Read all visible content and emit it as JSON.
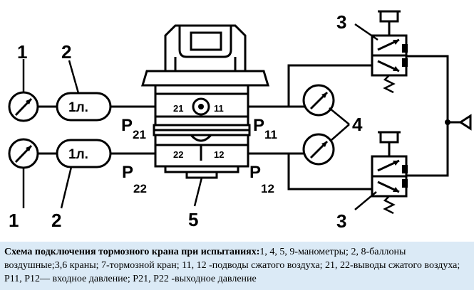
{
  "labels": {
    "gauge_left_top": "1",
    "gauge_left_bottom": "1",
    "tank_top": "2",
    "tank_bottom": "2",
    "tank_text_top": "1л.",
    "tank_text_bottom": "1л.",
    "valve_top": "3",
    "valve_bottom": "3",
    "gauges_right": "4",
    "brake_valve": "5",
    "port_21": "21",
    "port_11": "11",
    "port_22": "22",
    "port_12": "12",
    "p21_main": "P",
    "p21_sub": "21",
    "p22_main": "P",
    "p22_sub": "22",
    "p11_main": "P",
    "p11_sub": "11",
    "p12_main": "P",
    "p12_sub": "12"
  },
  "caption": {
    "title": "Схема подключения тормозного крана при испытаниях:",
    "text": "1, 4, 5, 9-манометры; 2, 8-баллоны воздушные;3,6 краны; 7-тормозной кран; 11, 12 -подводы сжатого воздуха; 21, 22-выводы сжатого воздуха; P11, P12— входное давление; P21, P22 -выходное давление"
  }
}
